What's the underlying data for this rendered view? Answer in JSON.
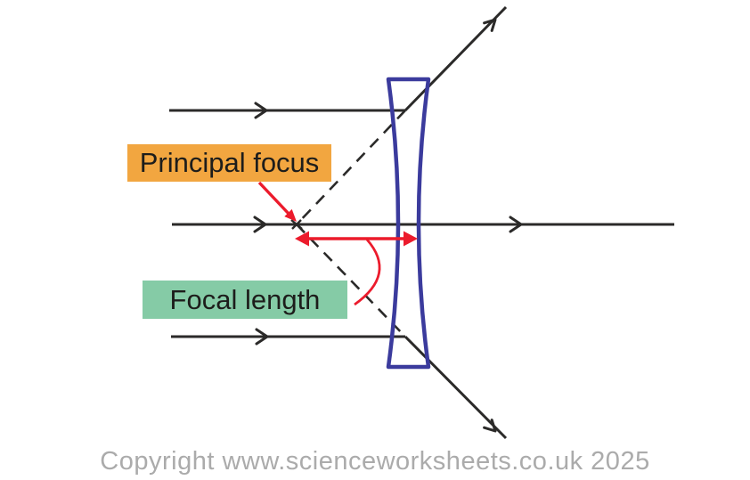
{
  "diagram": {
    "labels": {
      "principal_focus": "Principal focus",
      "focal_length": "Focal length"
    },
    "footer": {
      "copyright": "Copyright www.scienceworksheets.co.uk 2025"
    },
    "colors": {
      "background": "#ffffff",
      "ray": "#2b2a29",
      "lens": "#3b3b9d",
      "annotation": "#ec1b2c",
      "principal_focus_bg": "#f2a640",
      "focal_length_bg": "#85cba6",
      "label_text": "#1d1d1b",
      "copyright": "#ababab"
    }
  }
}
